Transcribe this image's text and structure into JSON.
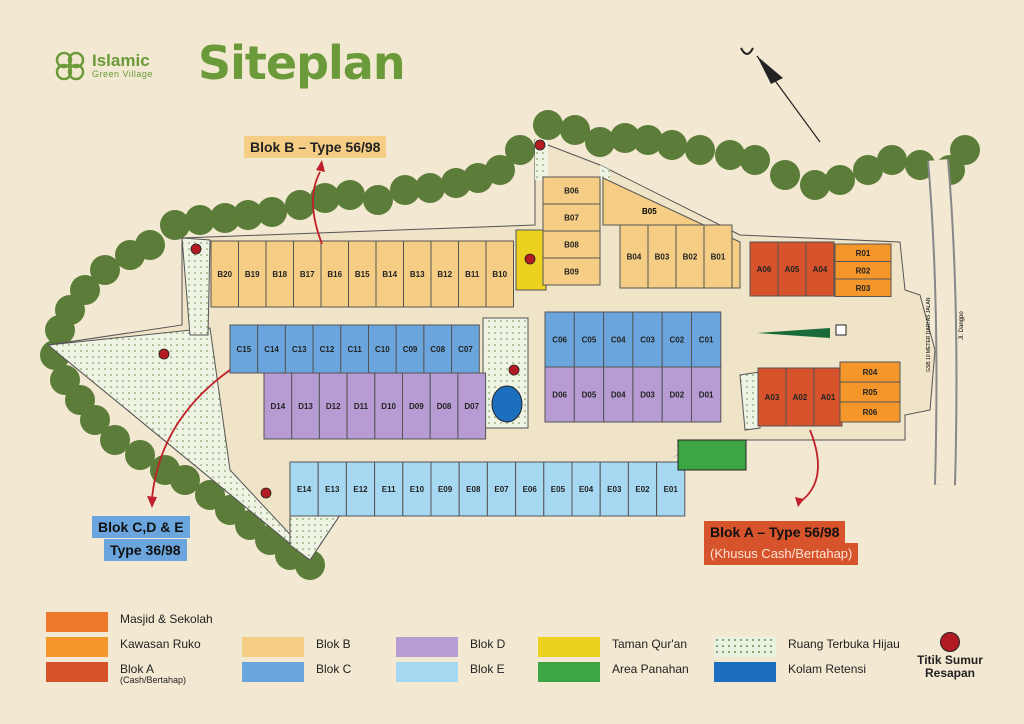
{
  "brand": {
    "name": "Islamic",
    "sub": "Green Village"
  },
  "title": "Siteplan",
  "callouts": {
    "blok_b": "Blok B – Type 56/98",
    "blok_cde": "Blok C,D & E",
    "blok_cde_type": "Type 36/98",
    "blok_a": "Blok A – Type 56/98",
    "blok_a_note": "(Khusus Cash/Bertahap)"
  },
  "road": {
    "label": "Jl. Dangpo",
    "gsb": "GSB 10 METER DARI AS JALAN"
  },
  "units": {
    "B_row": [
      "B20",
      "B19",
      "B18",
      "B17",
      "B16",
      "B15",
      "B14",
      "B13",
      "B12",
      "B11",
      "B10"
    ],
    "B_col": [
      "B06",
      "B07",
      "B08",
      "B09"
    ],
    "B_right": [
      "B05",
      "B04",
      "B03",
      "B02",
      "B01"
    ],
    "C_left": [
      "C15",
      "C14",
      "C13",
      "C12",
      "C11",
      "C10",
      "C09",
      "C08",
      "C07"
    ],
    "D_left": [
      "D14",
      "D13",
      "D12",
      "D11",
      "D10",
      "D09",
      "D08",
      "D07"
    ],
    "C_right": [
      "C06",
      "C05",
      "C04",
      "C03",
      "C02",
      "C01"
    ],
    "D_right": [
      "D06",
      "D05",
      "D04",
      "D03",
      "D02",
      "D01"
    ],
    "E_row": [
      "E14",
      "E13",
      "E12",
      "E11",
      "E10",
      "E09",
      "E08",
      "E07",
      "E06",
      "E05",
      "E04",
      "E03",
      "E02",
      "E01"
    ],
    "A_top": [
      "A06",
      "A05",
      "A04"
    ],
    "A_bottom": [
      "A03",
      "A02",
      "A01"
    ],
    "R_top": [
      "R01",
      "R02",
      "R03"
    ],
    "R_bottom": [
      "R04",
      "R05",
      "R06"
    ]
  },
  "colors": {
    "blok_b": "#f6cd85",
    "blok_c": "#6aa6dd",
    "blok_d": "#b79bd3",
    "blok_e": "#a7d8f1",
    "blok_a": "#d7532b",
    "ruko": "#f4962a",
    "masjid": "#f07a2b",
    "taman": "#ecd21e",
    "panahan": "#3da544",
    "kolam": "#1c6fbf",
    "rth": "#e9f2e0",
    "sumur": "#b31b22",
    "tree": "#5b7d39"
  },
  "legend": [
    {
      "label": "Masjid & Sekolah",
      "color": "#f07a2b"
    },
    {
      "label": "Kawasan Ruko",
      "color": "#f4962a"
    },
    {
      "label": "Blok A",
      "sub": "(Cash/Bertahap)",
      "color": "#d7532b"
    },
    {
      "label": "Blok B",
      "color": "#f6cd85"
    },
    {
      "label": "Blok C",
      "color": "#6aa6dd"
    },
    {
      "label": "Blok D",
      "color": "#b79bd3"
    },
    {
      "label": "Blok E",
      "color": "#a7d8f1"
    },
    {
      "label": "Taman Qur'an",
      "color": "#ecd21e"
    },
    {
      "label": "Area Panahan",
      "color": "#3da544"
    },
    {
      "label": "Ruang Terbuka Hijau",
      "color": "#e9f2e0"
    },
    {
      "label": "Kolam Retensi",
      "color": "#1c6fbf"
    },
    {
      "label": "Titik Sumur Resapan",
      "color": "#b31b22"
    }
  ]
}
